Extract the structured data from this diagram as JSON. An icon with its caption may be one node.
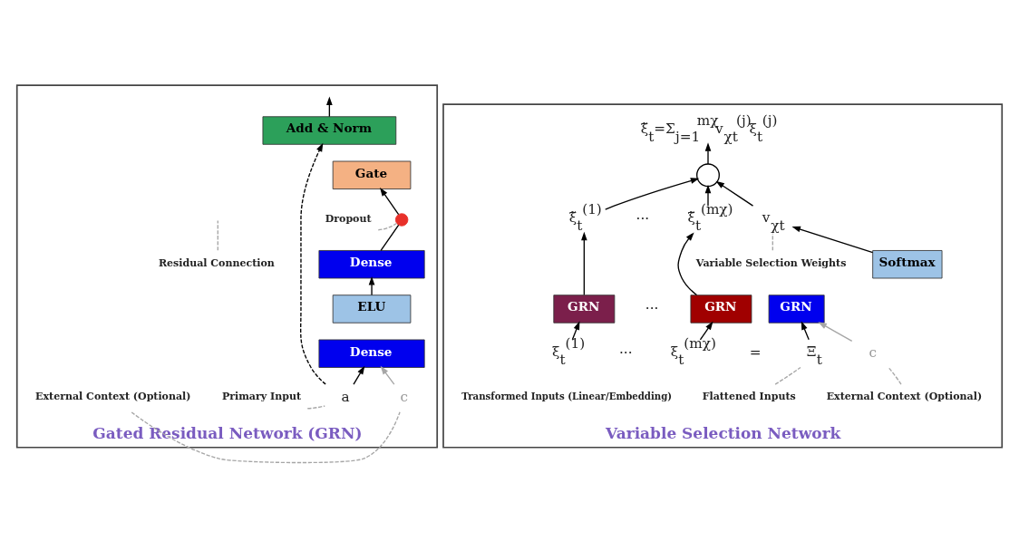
{
  "diagram": {
    "nodes": [
      {
        "text": [
          "Gated Residual Network (GRN)"
        ]
      },
      {
        "text": [
          "Add & Norm"
        ],
        "in": 0
      },
      {
        "text": [
          "Gate"
        ],
        "in": 0
      },
      {
        "text": [],
        "shape": "circle",
        "in": 0
      },
      {
        "text": [
          "Dense"
        ],
        "in": 0
      },
      {
        "text": [
          "ELU"
        ],
        "in": 0
      },
      {
        "text": [
          "Dense"
        ],
        "in": 0
      },
      {
        "text": [
          "a"
        ],
        "in": 0
      },
      {
        "text": [
          "c"
        ],
        "in": 0
      },
      {
        "text": [
          "Residual Connection"
        ],
        "in": 0
      },
      {
        "text": [
          "Dropout"
        ],
        "in": 0
      },
      {
        "text": [
          "Primary Input"
        ],
        "in": 0
      },
      {
        "text": [
          "External Context (Optional)"
        ],
        "in": 0
      },
      {
        "text": [
          "Variable Selection Network"
        ]
      },
      {
        "text": [
          "ξ̃$_{t}$=Σ$_{j=1}$$^{mχ}$v$_{χt}$$^{(j)}$ξ$_{t}$$^{(j)}$"
        ],
        "in": 13
      },
      {
        "text": [],
        "shape": "circle",
        "in": 13
      },
      {
        "text": [
          "ξ̃$_{t}$$^{(1)}$"
        ],
        "in": 13
      },
      {
        "text": [
          "ξ̃$_{t}$$^{(mχ)}$"
        ],
        "in": 13
      },
      {
        "text": [
          "GRN"
        ],
        "in": 13
      },
      {
        "text": [
          "GRN"
        ],
        "in": 13
      },
      {
        "text": [
          "ξ$_{t}$$^{(1)}$"
        ],
        "in": 13
      },
      {
        "text": [
          "ξ$_{t}$$^{(mχ)}$"
        ],
        "in": 13
      },
      {
        "text": [
          "Softmax"
        ],
        "in": 13
      },
      {
        "text": [
          "GRN"
        ],
        "in": 13
      },
      {
        "text": [
          "Ξ$_{t}$"
        ],
        "in": 13
      },
      {
        "text": [
          "c"
        ],
        "in": 13
      },
      {
        "text": [
          "v$_{χt}$"
        ],
        "in": 13
      },
      {
        "text": [
          "Variable Selection Weights"
        ],
        "in": 13
      },
      {
        "text": [
          "Flattened Inputs"
        ],
        "in": 13
      },
      {
        "text": [
          "External Context (Optional)"
        ],
        "in": 13
      }
    ],
    "edges": [
      {
        "from": 1,
        "to": null,
        "arrow": "to"
      },
      {
        "from": 3,
        "to": 2,
        "arrow": "to"
      },
      {
        "from": 4,
        "to": 3,
        "arrow": "none"
      },
      {
        "from": 5,
        "to": 4,
        "arrow": "to"
      },
      {
        "from": 7,
        "to": 6,
        "arrow": "to"
      },
      {
        "from": 8,
        "to": 6,
        "arrow": "to",
        "color": "#a6a6a6"
      },
      {
        "from": 7,
        "to": 1,
        "arrow": "to",
        "style": "dashed"
      },
      {
        "from": 9,
        "to": null,
        "arrow": "none",
        "style": "dashed",
        "color": "#a6a6a6"
      },
      {
        "from": 10,
        "to": 3,
        "arrow": "none",
        "style": "dashed",
        "color": "#a6a6a6"
      },
      {
        "from": 11,
        "to": 7,
        "arrow": "none",
        "style": "dashed",
        "color": "#a6a6a6"
      },
      {
        "from": 12,
        "to": 8,
        "arrow": "none",
        "style": "dashed",
        "color": "#a6a6a6"
      },
      {
        "from": 15,
        "to": 14,
        "arrow": "to"
      },
      {
        "from": 16,
        "to": 15,
        "arrow": "to"
      },
      {
        "from": 17,
        "to": 15,
        "arrow": "to"
      },
      {
        "from": 26,
        "to": 15,
        "arrow": "to"
      },
      {
        "from": 18,
        "to": 16,
        "arrow": "to"
      },
      {
        "from": 19,
        "to": 17,
        "arrow": "to"
      },
      {
        "from": 20,
        "to": 18,
        "arrow": "to"
      },
      {
        "from": 21,
        "to": 19,
        "arrow": "to"
      },
      {
        "from": 22,
        "to": 26,
        "arrow": "to"
      },
      {
        "from": 24,
        "to": 23,
        "arrow": "to"
      },
      {
        "from": 25,
        "to": 23,
        "arrow": "to",
        "color": "#a6a6a6"
      },
      {
        "from": 27,
        "to": 26,
        "arrow": "none",
        "style": "dashed",
        "color": "#a6a6a6"
      },
      {
        "from": 28,
        "to": 24,
        "arrow": "none",
        "style": "dashed",
        "color": "#a6a6a6"
      },
      {
        "from": 29,
        "to": 25,
        "arrow": "none",
        "style": "dashed",
        "color": "#a6a6a6"
      }
    ],
    "labels": [
      "···",
      "···",
      "···",
      "=",
      "Transformed Inputs (Linear/Embedding)"
    ]
  }
}
